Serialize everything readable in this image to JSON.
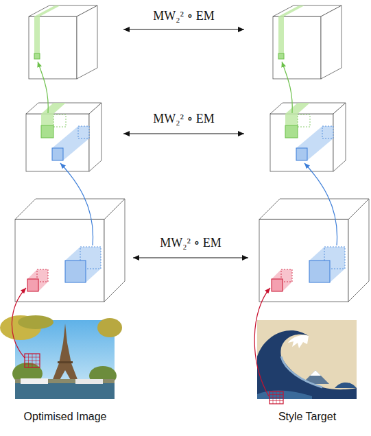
{
  "diagram": {
    "labels": [
      "MW₂² ∘ EM",
      "MW₂² ∘ EM",
      "MW₂² ∘ EM",
      "Optimised Image",
      "Style Target"
    ]
  }
}
